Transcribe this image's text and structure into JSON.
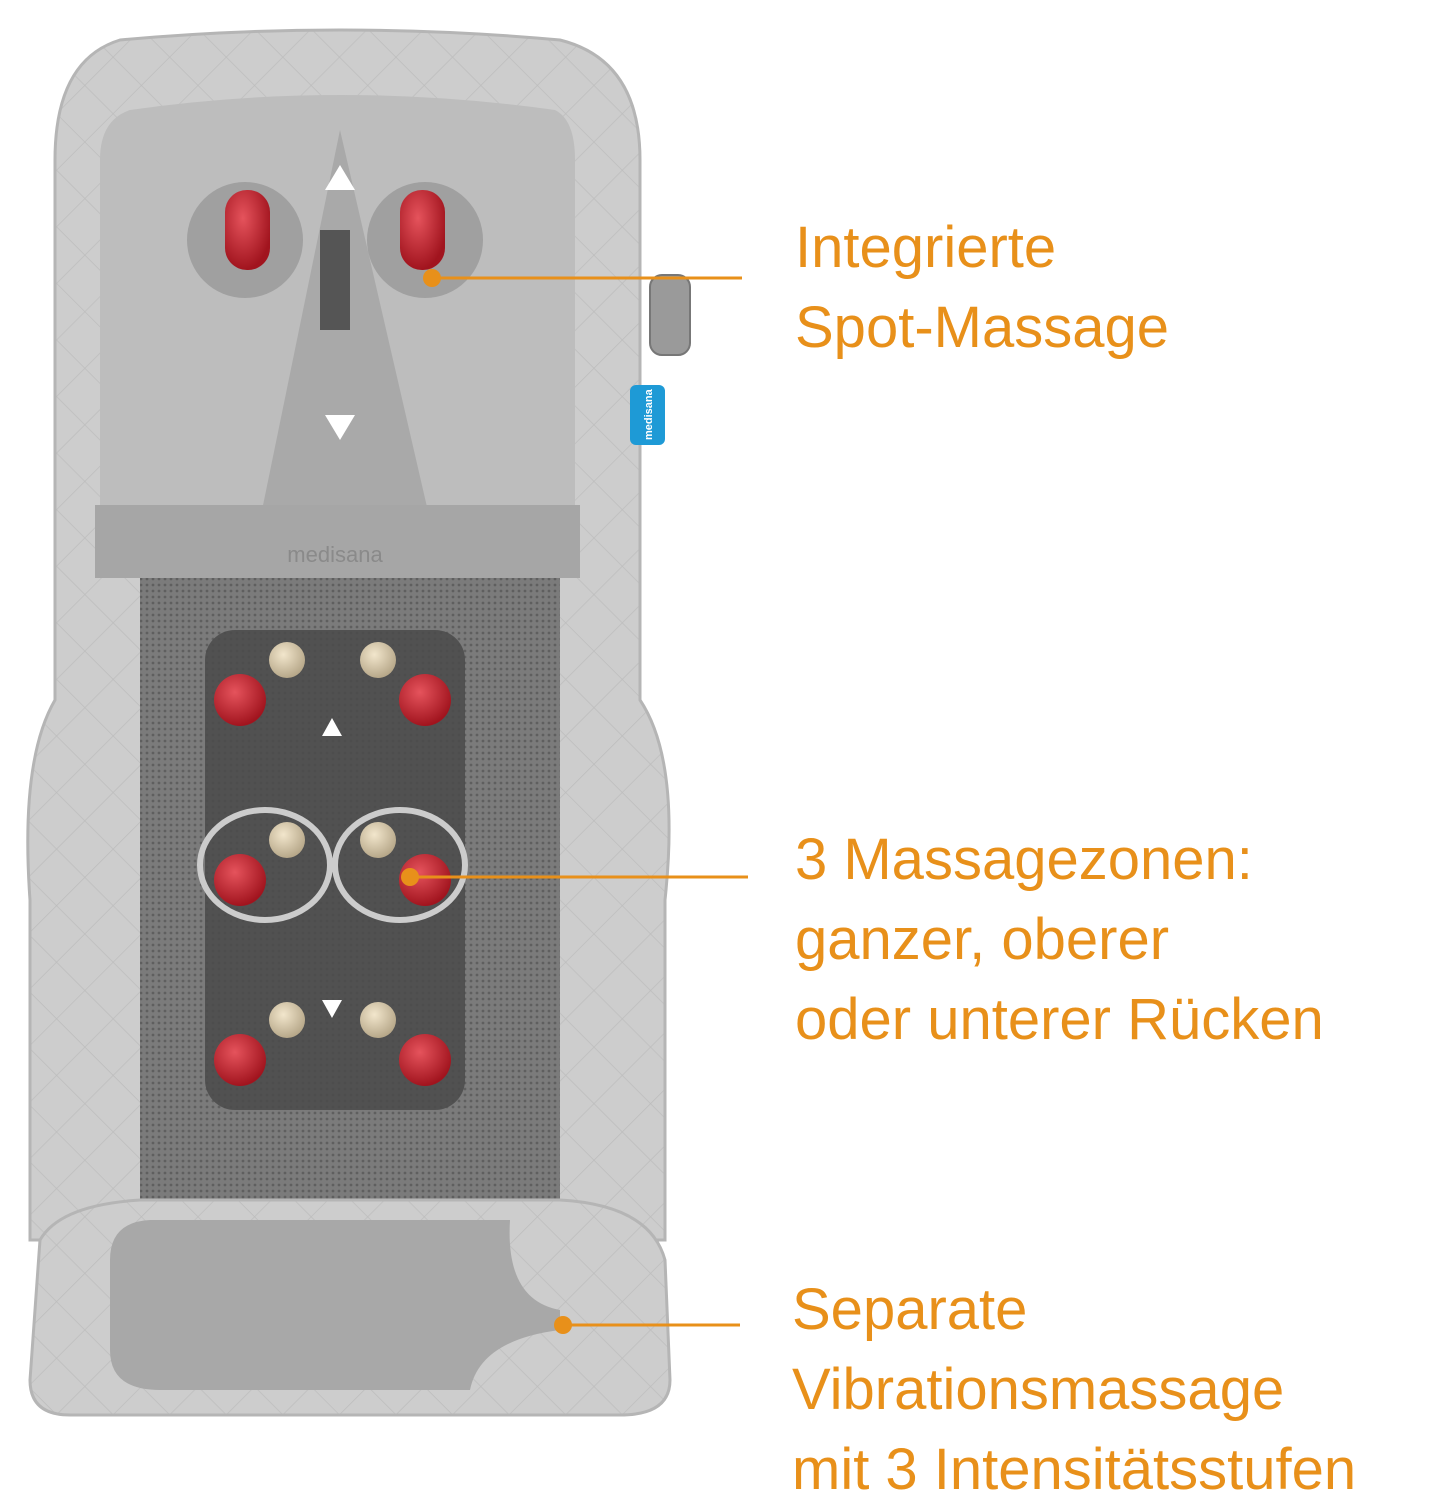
{
  "product": {
    "brand_print": "medisana",
    "brand_tag": "medisana"
  },
  "colors": {
    "accent": "#e8901a",
    "fabric": "#c9c9c9",
    "mesh": "#7d7d7d",
    "node_red": "#c4242e",
    "tag_blue": "#1e9ad6"
  },
  "callouts": [
    {
      "lines": [
        "Integrierte",
        "Spot-Massage"
      ]
    },
    {
      "lines": [
        "3 Massagezonen:",
        "ganzer, oberer",
        "oder unterer Rücken"
      ]
    },
    {
      "lines": [
        "Separate",
        "Vibrationsmassage",
        "mit 3 Intensitätsstufen"
      ]
    }
  ]
}
